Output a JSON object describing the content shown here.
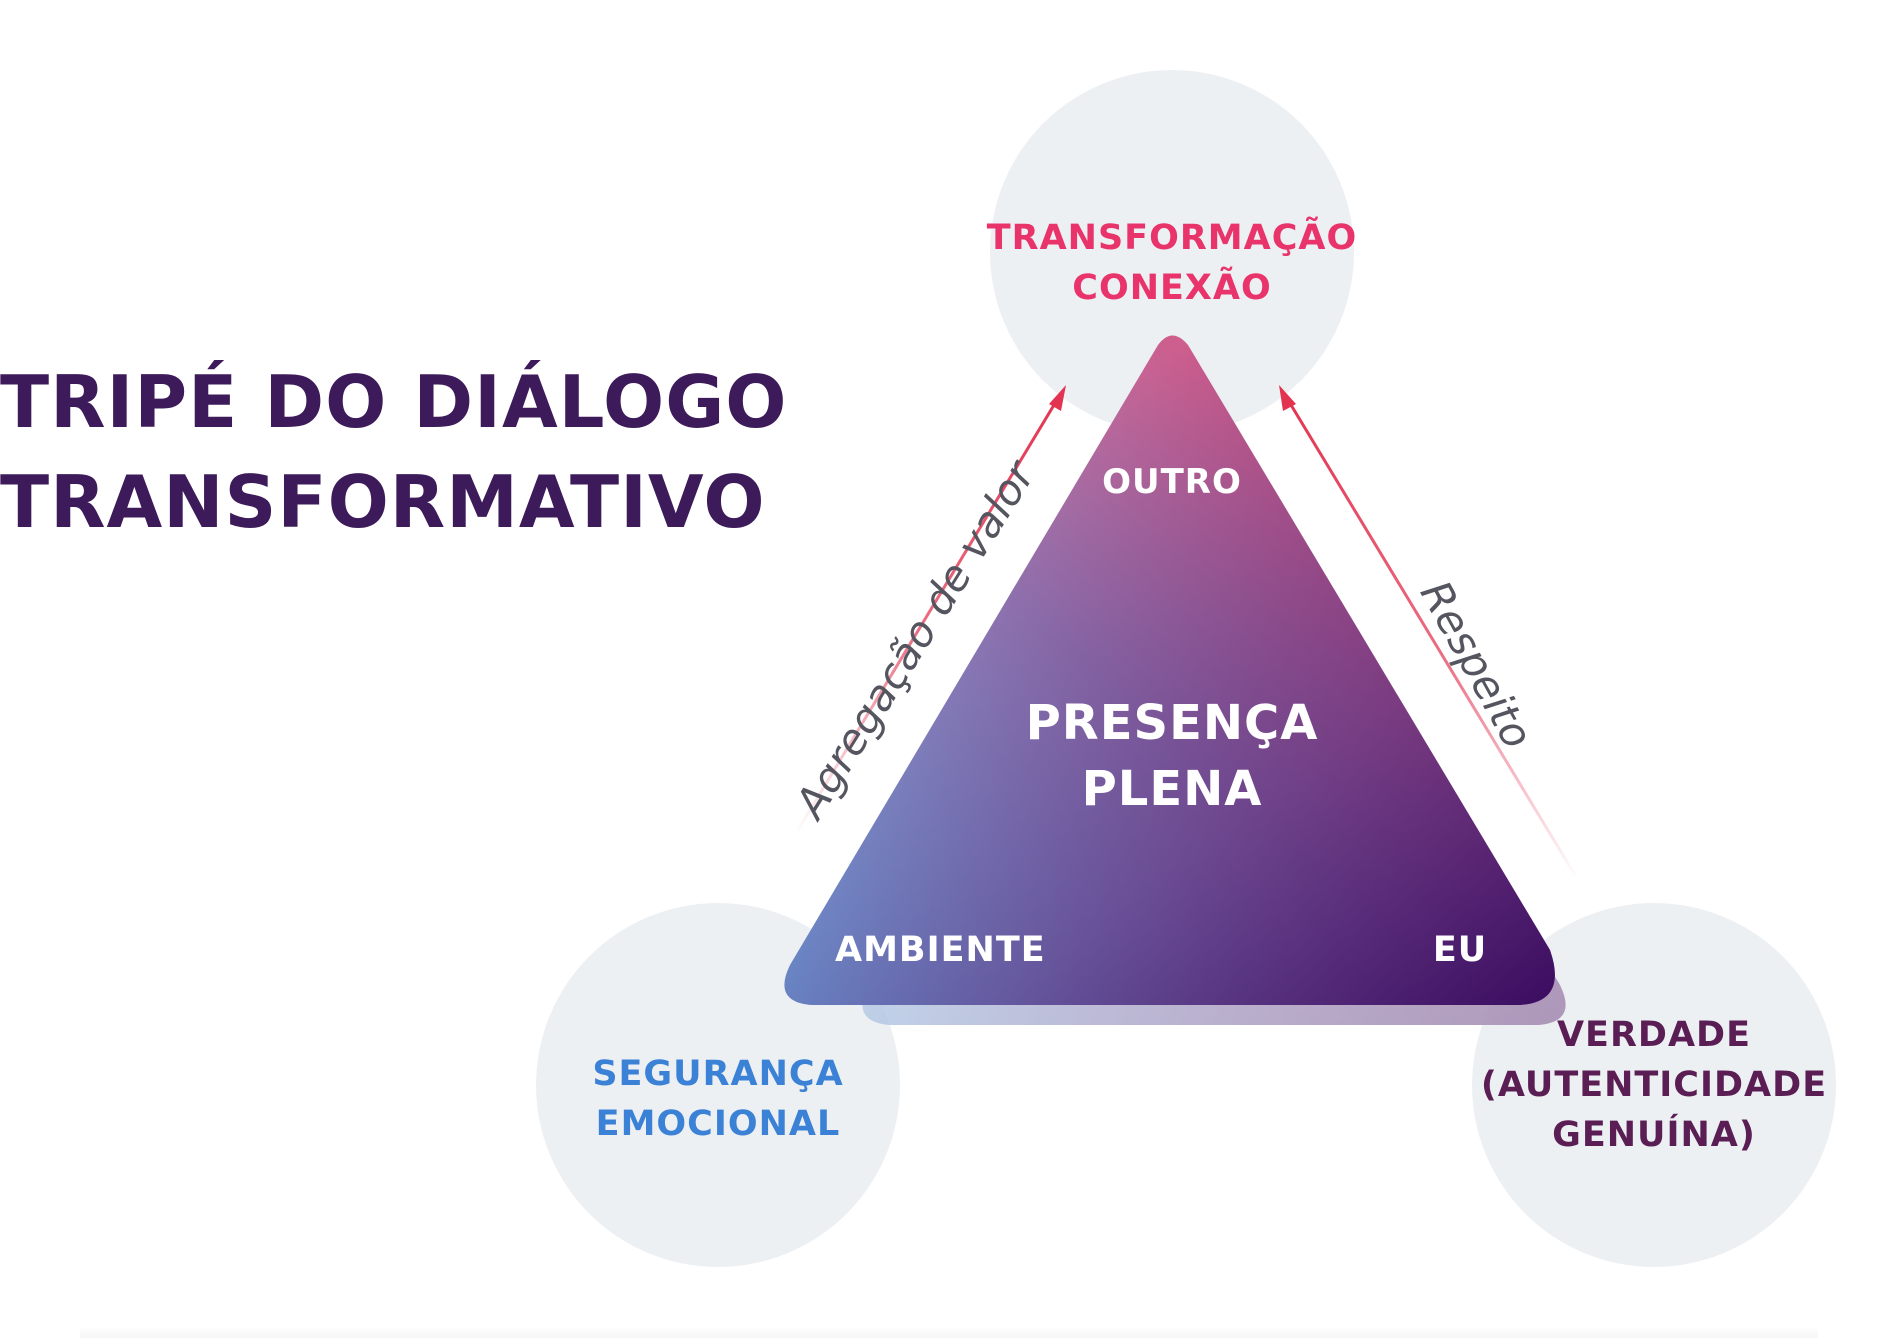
{
  "title": {
    "line1": "TRIPÉ DO DIÁLOGO",
    "line2": "TRANSFORMATIVO"
  },
  "circles": {
    "top": {
      "line1": "TRANSFORMAÇÃO",
      "line2": "CONEXÃO",
      "color": "#e8336b"
    },
    "left": {
      "line1": "SEGURANÇA",
      "line2": "EMOCIONAL",
      "color": "#3b82d6"
    },
    "right": {
      "line1": "VERDADE",
      "line2": "(AUTENTICIDADE",
      "line3": "GENUÍNA)",
      "color": "#5a1e55"
    }
  },
  "triangle": {
    "top_label": "OUTRO",
    "center_line1": "PRESENÇA",
    "center_line2": "PLENA",
    "left_label": "AMBIENTE",
    "right_label": "EU",
    "colors": {
      "top": "#f7436a",
      "left": "#7cc6fa",
      "right": "#3a0c60"
    }
  },
  "arrows": {
    "left_label": "Agregação de valor",
    "right_label": "Respeito",
    "color": "#e23350"
  }
}
